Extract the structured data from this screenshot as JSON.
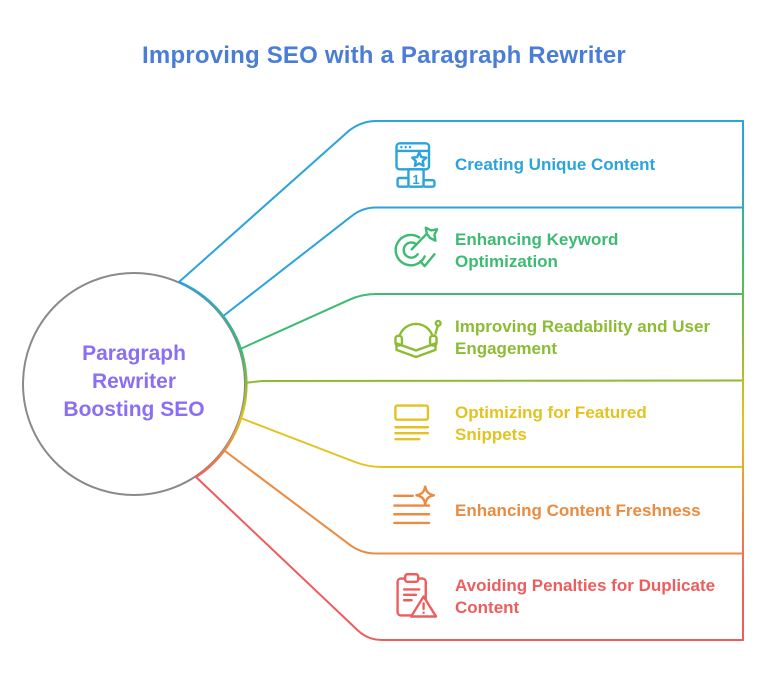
{
  "title": {
    "text": "Improving SEO with a Paragraph Rewriter",
    "color": "#4a7ed6"
  },
  "center": {
    "label": "Paragraph\nRewriter\nBoosting SEO",
    "text_color": "#8b6ff2",
    "circle_color": "#8a8a8a"
  },
  "branches": [
    {
      "label": "Creating Unique Content",
      "color": "#2ba3dc",
      "icon": "browser-rank-icon",
      "rank_label": "1"
    },
    {
      "label": "Enhancing Keyword\nOptimization",
      "color": "#3dbb72",
      "icon": "keyword-target-icon"
    },
    {
      "label": "Improving Readability and User\nEngagement",
      "color": "#8cbc34",
      "icon": "audiobook-icon"
    },
    {
      "label": "Optimizing for Featured\nSnippets",
      "color": "#e3c322",
      "icon": "featured-snippet-icon"
    },
    {
      "label": "Enhancing Content Freshness",
      "color": "#e98b40",
      "icon": "sparkle-lines-icon"
    },
    {
      "label": "Avoiding Penalties for Duplicate\nContent",
      "color": "#ee5d5d",
      "icon": "clipboard-warning-icon"
    }
  ]
}
